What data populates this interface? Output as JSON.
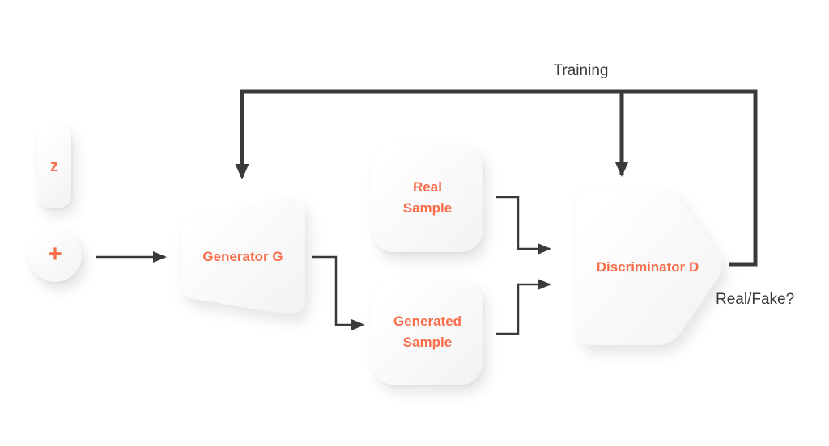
{
  "labels": {
    "training": "Training",
    "real_fake": "Real/Fake?"
  },
  "nodes": {
    "z": "z",
    "plus": "+",
    "generator": "Generator G",
    "real_sample": "Real\nSample",
    "generated_sample": "Generated\nSample",
    "discriminator": "Discriminator D"
  },
  "colors": {
    "accent": "#F86E4B",
    "line": "#3A3A3C",
    "fill_light": "#FFFFFF",
    "fill_dark": "#F2F2F4"
  }
}
